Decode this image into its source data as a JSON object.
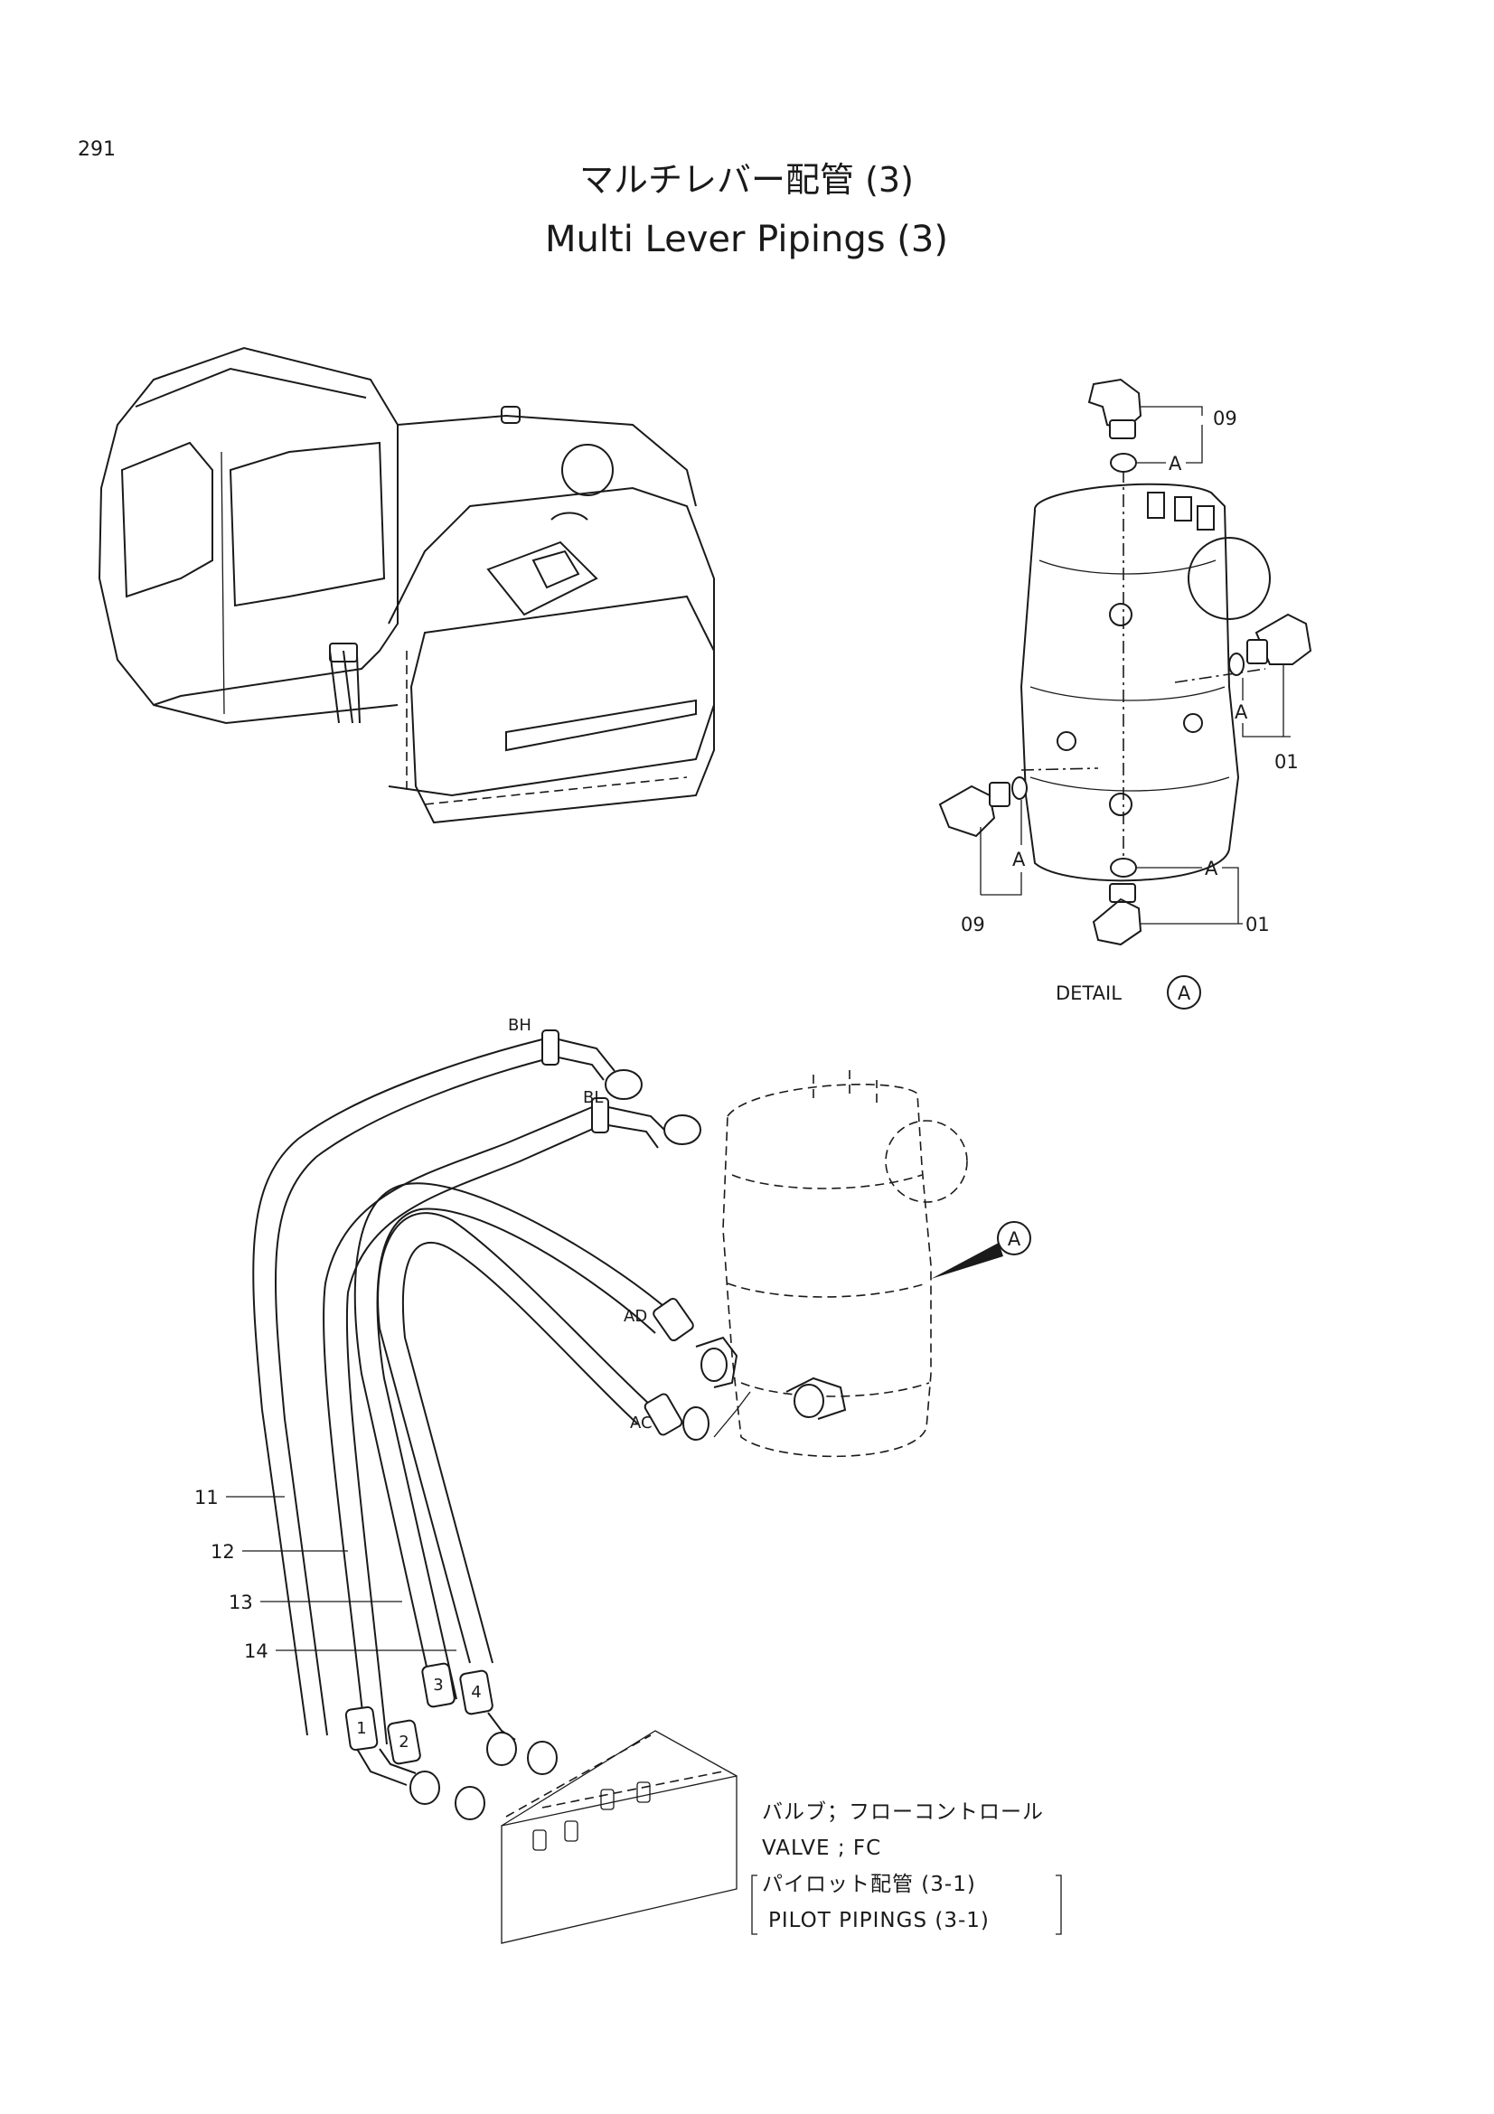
{
  "page_number": "291",
  "title_jp": "マルチレバー配管 (3)",
  "title_en": "Multi Lever Pipings (3)",
  "detail": {
    "caption": "DETAIL",
    "marker": "A",
    "callouts": {
      "top_right": "09",
      "mid_right": "01",
      "bottom_right": "01",
      "bottom_left": "09",
      "ref_a": "A"
    }
  },
  "main": {
    "ports": [
      "BH",
      "BL",
      "AD",
      "AC"
    ],
    "marker": "A",
    "parts": [
      "11",
      "12",
      "13",
      "14"
    ],
    "hose_ends": [
      "1",
      "2",
      "3",
      "4"
    ]
  },
  "note": {
    "line1_jp": "バルブ；フローコントロール",
    "line2_en": "VALVE ; FC",
    "line3_jp": "パイロット配管 (3-1)",
    "line4_en": "PILOT PIPINGS (3-1)"
  }
}
